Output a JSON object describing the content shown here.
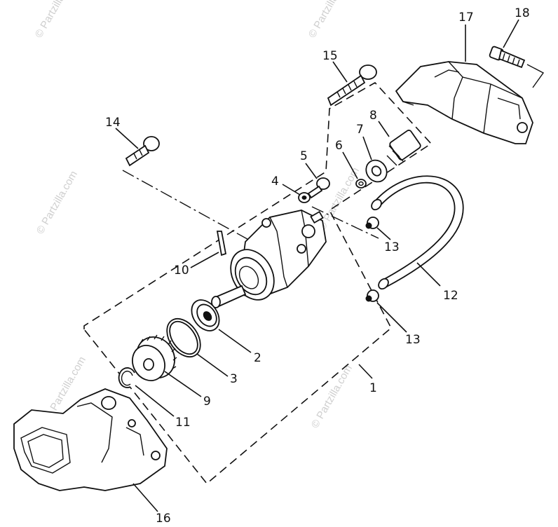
{
  "watermark": "© Partzilla.com",
  "callouts": [
    {
      "id": "c1",
      "label": "1"
    },
    {
      "id": "c2",
      "label": "2"
    },
    {
      "id": "c3",
      "label": "3"
    },
    {
      "id": "c4",
      "label": "4"
    },
    {
      "id": "c5",
      "label": "5"
    },
    {
      "id": "c6",
      "label": "6"
    },
    {
      "id": "c7",
      "label": "7"
    },
    {
      "id": "c8",
      "label": "8"
    },
    {
      "id": "c9",
      "label": "9"
    },
    {
      "id": "c10",
      "label": "10"
    },
    {
      "id": "c11",
      "label": "11"
    },
    {
      "id": "c12",
      "label": "12"
    },
    {
      "id": "c13a",
      "label": "13"
    },
    {
      "id": "c13b",
      "label": "13"
    },
    {
      "id": "c14",
      "label": "14"
    },
    {
      "id": "c15",
      "label": "15"
    },
    {
      "id": "c16",
      "label": "16"
    },
    {
      "id": "c17",
      "label": "17"
    },
    {
      "id": "c18",
      "label": "18"
    }
  ]
}
